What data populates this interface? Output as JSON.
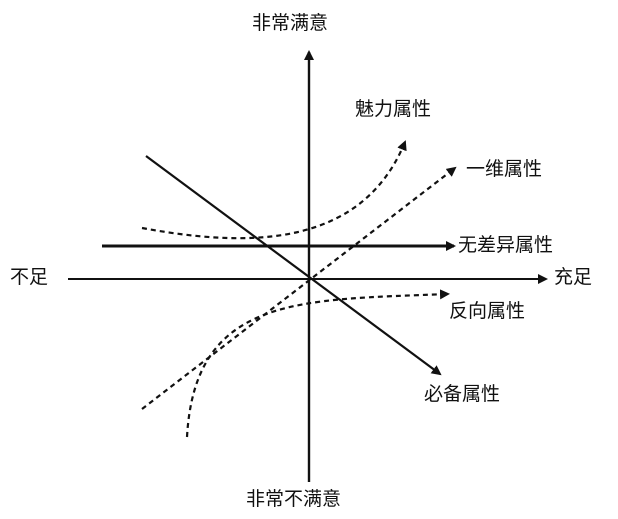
{
  "axes": {
    "top": "非常满意",
    "bottom": "非常不满意",
    "left": "不足",
    "right": "充足"
  },
  "attributes": {
    "attractive": "魅力属性",
    "one_dimensional": "一维属性",
    "indifferent": "无差异属性",
    "reverse": "反向属性",
    "must_be": "必备属性"
  },
  "colors": {
    "ink": "#111111",
    "background": "#ffffff"
  }
}
